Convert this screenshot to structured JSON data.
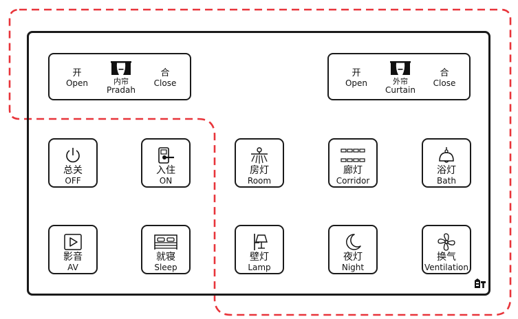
{
  "colors": {
    "outline": "#1a1a1a",
    "dashed_border": "#e8343a"
  },
  "curtains": [
    {
      "id": "inner",
      "open_cn": "开",
      "open_en": "Open",
      "name_cn": "内帘",
      "name_en": "Pradah",
      "close_cn": "合",
      "close_en": "Close",
      "icon": "curtain-icon"
    },
    {
      "id": "outer",
      "open_cn": "开",
      "open_en": "Open",
      "name_cn": "外帘",
      "name_en": "Curtain",
      "close_cn": "合",
      "close_en": "Close",
      "icon": "curtain-icon"
    }
  ],
  "buttons": [
    {
      "cn": "总关",
      "en": "OFF",
      "icon": "power-icon"
    },
    {
      "cn": "入住",
      "en": "ON",
      "icon": "key-card-icon"
    },
    {
      "cn": "房灯",
      "en": "Room",
      "icon": "ceiling-light-icon"
    },
    {
      "cn": "廊灯",
      "en": "Corridor",
      "icon": "corridor-light-icon"
    },
    {
      "cn": "浴灯",
      "en": "Bath",
      "icon": "bath-light-icon"
    },
    {
      "cn": "影音",
      "en": "AV",
      "icon": "play-icon"
    },
    {
      "cn": "就寝",
      "en": "Sleep",
      "icon": "bed-icon"
    },
    {
      "cn": "壁灯",
      "en": "Lamp",
      "icon": "wall-lamp-icon"
    },
    {
      "cn": "夜灯",
      "en": "Night",
      "icon": "moon-icon"
    },
    {
      "cn": "换气",
      "en": "Ventilation",
      "icon": "fan-icon"
    }
  ],
  "logo_icon": "brand-logo-icon"
}
